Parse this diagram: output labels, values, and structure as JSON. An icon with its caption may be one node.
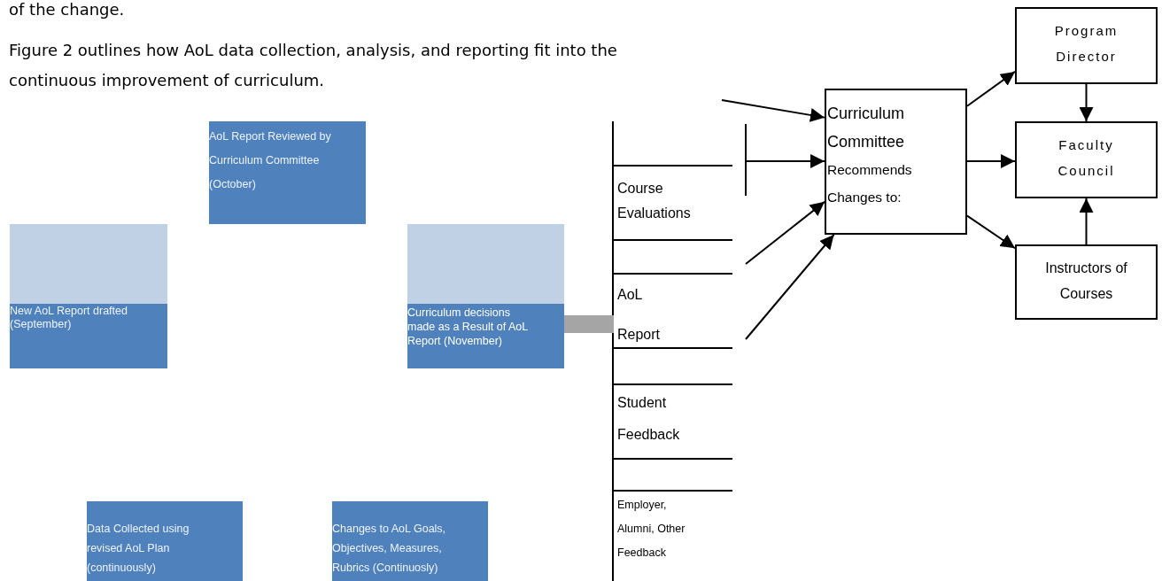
{
  "diagram": {
    "nodes": [
      {
        "text": [
          "AoL Report Reviewed by Curriculum Committee (October)"
        ]
      },
      {
        "text": [
          "New AoL Report drafted (September)"
        ]
      },
      {
        "text": [
          "Curriculum decisions made as a Result of AoL Report (November)"
        ]
      },
      {
        "text": [
          "Data Collected using revised AoL Plan (continuously)"
        ]
      },
      {
        "text": [
          "Changes to AoL Goals, Objectives, Measures, Rubrics (Continuosly)"
        ]
      },
      {
        "text": [
          "Curriculum Committee",
          "Recommends Changes to:"
        ]
      },
      {
        "text": [
          "Program Director"
        ]
      },
      {
        "text": [
          "Faculty Council"
        ]
      },
      {
        "text": [
          "Instructors of Courses"
        ]
      },
      {
        "text": [
          "AoL Report"
        ]
      }
    ],
    "edges": [
      {
        "from": null,
        "to": 5,
        "arrow": "to"
      },
      {
        "from": null,
        "to": 5,
        "arrow": "to"
      },
      {
        "from": null,
        "to": 5,
        "arrow": "to"
      },
      {
        "from": null,
        "to": 5,
        "arrow": "to"
      },
      {
        "from": 5,
        "to": 6,
        "arrow": "to"
      },
      {
        "from": 6,
        "to": 7,
        "arrow": "to"
      },
      {
        "from": 5,
        "to": 7,
        "arrow": "to"
      },
      {
        "from": 5,
        "to": 8,
        "arrow": "to"
      },
      {
        "from": 8,
        "to": 7,
        "arrow": "to"
      },
      {
        "from": 2,
        "to": 9,
        "arrow": "none",
        "style": "thick",
        "color": "#a5a5a5"
      }
    ],
    "labels": [
      "of the change.",
      "Figure 2 outlines how AoL data collection, analysis, and reporting fit into the continuous improvement of curriculum.",
      "Course Evaluations",
      "Student Feedback",
      "Employer, Alumni, Other Feedback"
    ]
  }
}
